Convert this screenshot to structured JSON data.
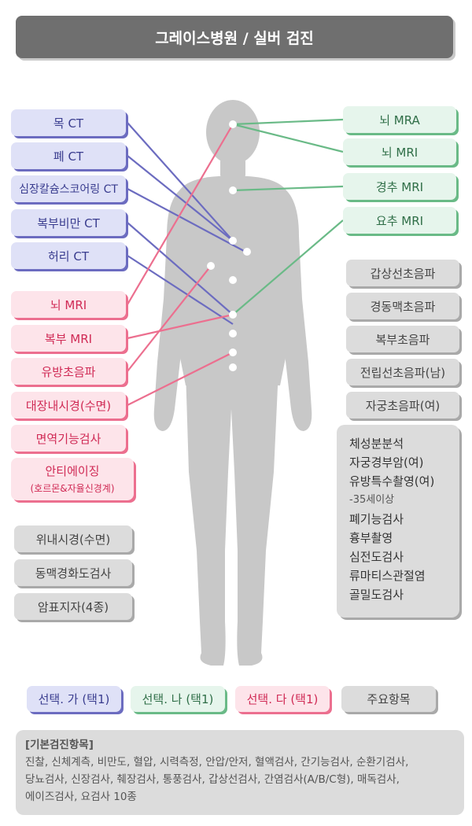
{
  "title": "그레이스병원 / 실버 검진",
  "blue_items": [
    "목 CT",
    "폐 CT",
    "심장칼슘스코어링 CT",
    "복부비만 CT",
    "허리 CT"
  ],
  "green_items": [
    "뇌 MRA",
    "뇌 MRI",
    "경추 MRI",
    "요추 MRI"
  ],
  "pink_items": [
    "뇌 MRI",
    "복부 MRI",
    "유방초음파",
    "대장내시경(수면)",
    "면역기능검사"
  ],
  "pink_anti": {
    "line1": "안티에이징",
    "line2": "(호르몬&자율신경계)"
  },
  "gray_left": [
    "위내시경(수면)",
    "동맥경화도검사",
    "암표지자(4종)"
  ],
  "gray_right": [
    "갑상선초음파",
    "경동맥초음파",
    "복부초음파",
    "전립선초음파(남)",
    "자궁초음파(여)"
  ],
  "gray_list": [
    "체성분분석",
    "자궁경부암(여)",
    "유방특수촬영(여)",
    "-35세이상",
    "폐기능검사",
    "흉부촬영",
    "심전도검사",
    "류마티스관절염",
    "골밀도검사"
  ],
  "legend": {
    "a": "선택. 가 (택1)",
    "b": "선택. 나 (택1)",
    "c": "선택. 다 (택1)",
    "d": "주요항목"
  },
  "basic": {
    "heading": "[기본검진항목]",
    "line1": "진찰, 신체계측, 비만도, 혈압, 시력측정, 안압/안저, 혈액검사, 간기능검사, 순환기검사,",
    "line2": "당뇨검사, 신장검사, 췌장검사, 통풍검사, 갑상선검사, 간염검사(A/B/C형), 매독검사,",
    "line3": "에이즈검사, 요검사 10종"
  },
  "colors": {
    "blue": "#6c6cc0",
    "green": "#6aba87",
    "pink": "#ec6f8f",
    "gray": "#a9a9a9",
    "silhouette": "#c8c8c8"
  }
}
